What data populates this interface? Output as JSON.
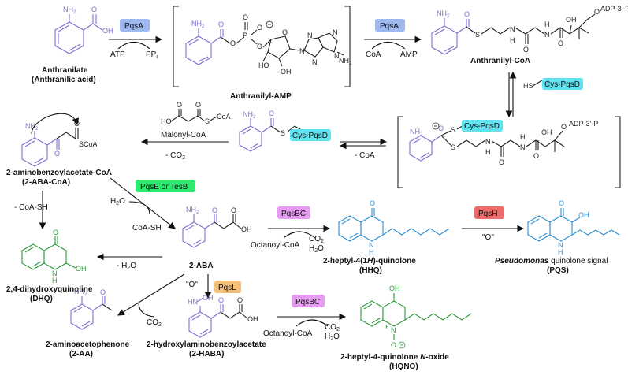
{
  "enzymes": {
    "pqsA_1": "PqsA",
    "pqsA_2": "PqsA",
    "cys_pqsd_top": "Cys-PqsD",
    "cys_pqsd_mid": "Cys-PqsD",
    "cys_pqsd_bracket": "Cys-PqsD",
    "pqse_tesb": "PqsE or TesB",
    "pqsbc_1": "PqsBC",
    "pqsbc_2": "PqsBC",
    "pqsh": "PqsH",
    "pqsl": "PqsL"
  },
  "colors": {
    "pqsA": "#9db8ee",
    "cys_pqsd": "#5fe3f0",
    "pqse": "#2ee86f",
    "pqsbc": "#e49bf0",
    "pqsh": "#ee6b6b",
    "pqsl": "#f5c07a",
    "purple_struct": "#7b6fd0",
    "green_struct": "#2e9a3a",
    "blue_struct": "#2a8fd6"
  },
  "compounds": {
    "anthranilate_line1": "Anthranilate",
    "anthranilate_line2": "(Anthranilic acid)",
    "anthranilyl_amp": "Anthranilyl-AMP",
    "anthranilyl_coa": "Anthranilyl-CoA",
    "aba_coa_line1": "2-aminobenzoylacetate-CoA",
    "aba_coa_line2": "(2-ABA-CoA)",
    "aba": "2-ABA",
    "dhq_line1": "2,4-dihydroxyquinoline",
    "dhq_line2": "(DHQ)",
    "hhq_line1_a": "2-heptyl-4(1",
    "hhq_line1_h": "H",
    "hhq_line1_b": ")-quinolone",
    "hhq_line2": "(HHQ)",
    "pqs_line1_a": "Pseudomonas",
    "pqs_line1_b": " quinolone signal",
    "pqs_line2": "(PQS)",
    "aa_line1": "2-aminoacetophenone",
    "aa_line2": "(2-AA)",
    "haba_line1": "2-hydroxylaminobenzoylacetate",
    "haba_line2": "(2-HABA)",
    "hqno_line1_a": "2-heptyl-4-quinolone ",
    "hqno_line1_n": "N",
    "hqno_line1_b": "-oxide",
    "hqno_line2": "(HQNO)"
  },
  "cofactors": {
    "atp": "ATP",
    "ppi": "PP",
    "ppi_sub": "i",
    "coa": "CoA",
    "amp": "AMP",
    "malonyl_coa": "Malonyl-CoA",
    "co2_minus": "- CO",
    "co2_minus_sub": "2",
    "coa_minus": "- CoA",
    "coa_sh_minus": "- CoA-SH",
    "h2o_minus": "- H",
    "h2o_minus_sub": "2",
    "h2o_minus_tail": "O",
    "h2o": "H",
    "h2o_sub": "2",
    "h2o_tail": "O",
    "coa_sh": "CoA-SH",
    "octanoyl_coa_1": "Octanoyl-CoA",
    "octanoyl_coa_2": "Octanoyl-CoA",
    "co2_1": "CO",
    "co2_sub": "2",
    "h2o_1": "H",
    "o_quote_1": "\"O\"",
    "o_quote_2": "\"O\"",
    "co2_2": "CO",
    "co2_aa": "CO"
  },
  "atoms": {
    "nh2": "NH",
    "nh2_sub": "2",
    "oh": "OH",
    "o": "O",
    "s": "S",
    "p": "P",
    "n": "N",
    "h": "H",
    "hs": "HS",
    "scoa": "SCoA",
    "s_coa": "S",
    "coa_word": "CoA",
    "ho": "HO",
    "hn": "HN",
    "adp": "ADP-3'-P",
    "ominus": "O",
    "plus": "+",
    "minus": "−"
  }
}
